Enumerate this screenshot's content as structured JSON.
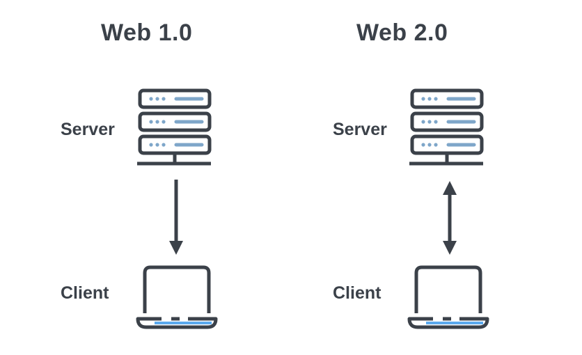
{
  "colors": {
    "ink": "#3b4149",
    "accent_blue": "#7ea6c9",
    "screen_blue": "#5aa9ee"
  },
  "web1": {
    "title": "Web 1.0",
    "server_label": "Server",
    "client_label": "Client",
    "arrow": "one-way-down",
    "server_icon": "server-rack-icon",
    "client_icon": "laptop-icon"
  },
  "web2": {
    "title": "Web 2.0",
    "server_label": "Server",
    "client_label": "Client",
    "arrow": "two-way-vertical",
    "server_icon": "server-rack-icon",
    "client_icon": "laptop-icon"
  }
}
